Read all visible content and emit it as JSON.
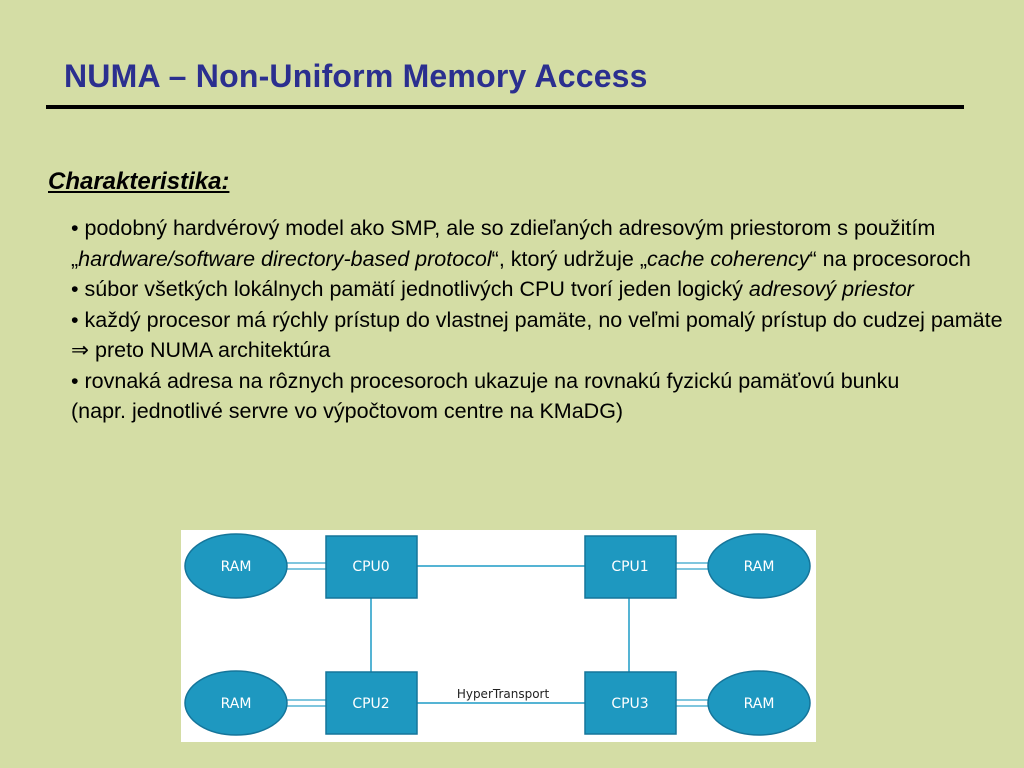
{
  "slide": {
    "title": "NUMA – Non-Uniform Memory Access",
    "section_heading": "Charakteristika:"
  },
  "body": {
    "bullet1": {
      "a": "• podobný hardvérový model ako SMP, ale so zdieľaných adresovým priestorom s použitím „",
      "b": "hardware/software directory-based protocol",
      "c": "“, ktorý udržuje „",
      "d": "cache coherency",
      "e": "“ na procesoroch"
    },
    "bullet2": {
      "a": "• súbor všetkých lokálnych pamätí jednotlivých CPU tvorí jeden logický ",
      "b": "adresový priestor"
    },
    "bullet3": {
      "a": "• každý procesor má rýchly prístup do vlastnej pamäte, no veľmi pomalý prístup do cudzej pamäte ",
      "arrow": "⇒",
      "b": " preto NUMA architektúra"
    },
    "bullet4": {
      "a": "• rovnaká adresa na rôznych procesoroch ukazuje na rovnakú fyzickú pamäťovú bunku"
    },
    "note": "(napr. jednotlivé servre vo výpočtovom centre na KMaDG)"
  },
  "diagram": {
    "colors": {
      "node_fill": "#1e98c0",
      "node_stroke": "#15759a",
      "edge": "#55b4d4"
    },
    "ram_label": "RAM",
    "cpus": [
      "CPU0",
      "CPU1",
      "CPU2",
      "CPU3"
    ],
    "link_label": "HyperTransport"
  }
}
